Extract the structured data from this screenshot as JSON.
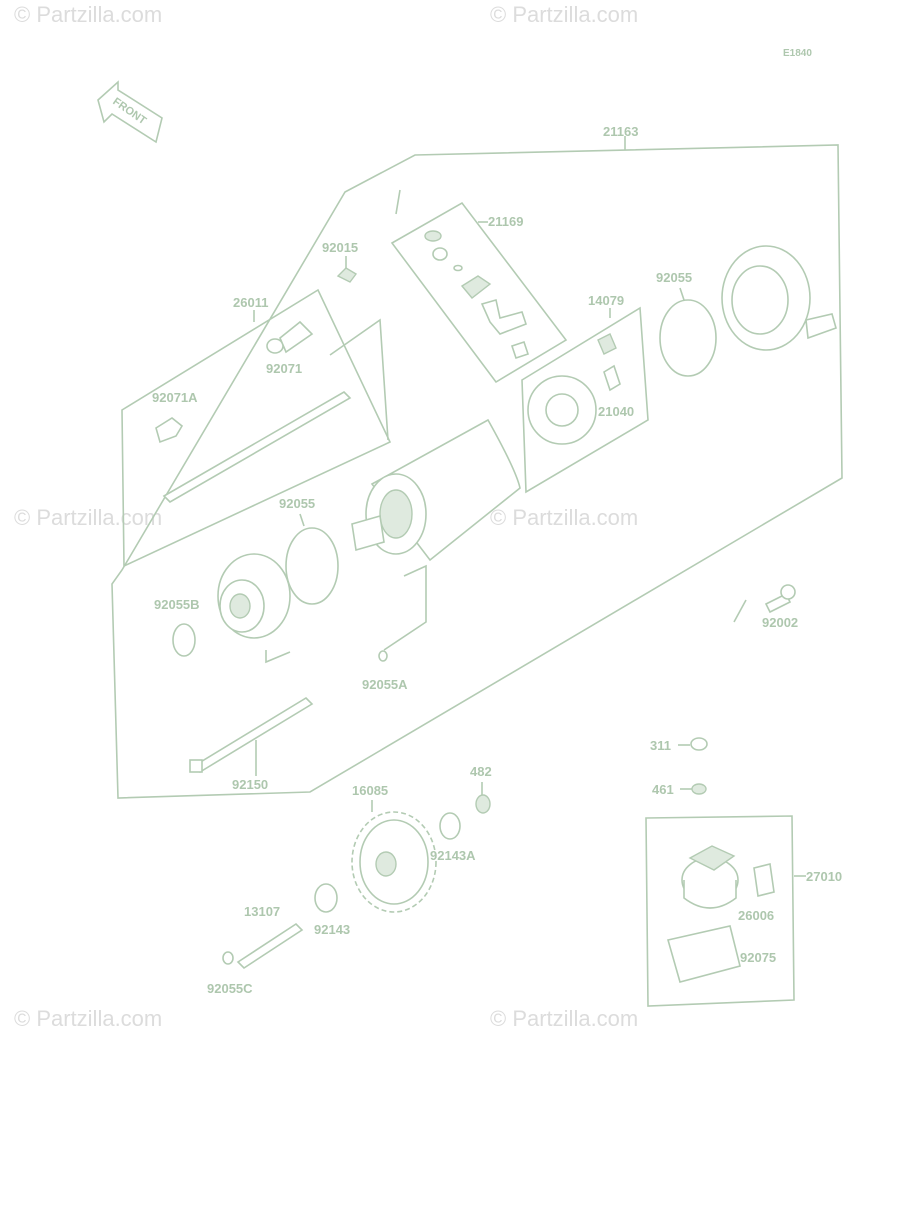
{
  "diagram_id": "E1840",
  "front_label": "FRONT",
  "watermark": "© Partzilla.com",
  "parts": {
    "p21163": "21163",
    "p21169": "21169",
    "p92015": "92015",
    "p26011": "26011",
    "p92071": "92071",
    "p92071A": "92071A",
    "p92055_top": "92055",
    "p14079": "14079",
    "p21040": "21040",
    "p92055_mid": "92055",
    "p92055B": "92055B",
    "p92055A": "92055A",
    "p92002": "92002",
    "p92150": "92150",
    "p311": "311",
    "p461": "461",
    "p482": "482",
    "p16085": "16085",
    "p92143A": "92143A",
    "p13107": "13107",
    "p92143": "92143",
    "p92055C": "92055C",
    "p27010": "27010",
    "p26006": "26006",
    "p92075": "92075"
  },
  "colors": {
    "line": "#b3cbb3",
    "label": "#aec7ae",
    "watermark": "#dcdcdc"
  }
}
